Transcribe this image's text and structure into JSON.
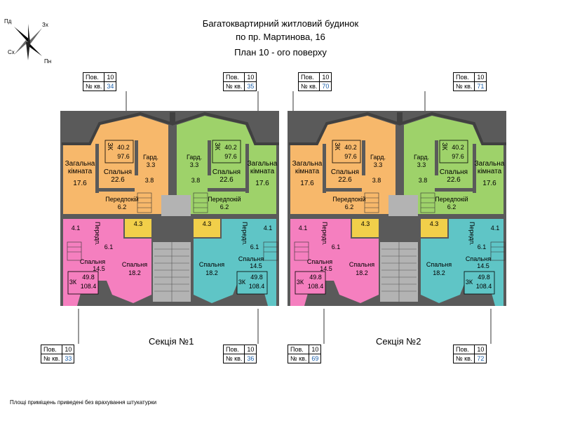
{
  "header": {
    "line1": "Багатоквартирний житловий будинок",
    "line2": "по пр. Мартинова, 16",
    "line3": "План 10 - ого поверху"
  },
  "compass": {
    "nw": "Пд",
    "ne": "Зх",
    "sw": "Сх",
    "se": "Пн"
  },
  "tables": {
    "row1": "Пов.",
    "row2": "№ кв.",
    "floor": "10",
    "top": [
      "34",
      "35",
      "70",
      "71"
    ],
    "bottom": [
      "33",
      "36",
      "69",
      "72"
    ]
  },
  "sections": [
    "Секція №1",
    "Секція №2"
  ],
  "rooms": {
    "living": "Загальна\nкімната",
    "living_area": "17.6",
    "bedroom": "Спальня",
    "bedroom_area": "22.6",
    "wardrobe": "Гард.",
    "wardrobe_area": "3.3",
    "bath_area": "3.8",
    "hall": "Передпокій",
    "hall_area": "6.2",
    "loggia_area": "4.3",
    "apt_top_type": "3К",
    "apt_top_area1": "40.2",
    "apt_top_area2": "97.6",
    "p_small_area": "4.1",
    "p_hall": "Передп.",
    "p_hall_area": "6.1",
    "p_bed1_area": "14.5",
    "p_bed2_area": "18.2",
    "apt_bot_type": "3К",
    "apt_bot_area1": "49.8",
    "apt_bot_area2": "108.4"
  },
  "colors": {
    "orange": "#f7b86b",
    "green": "#9ed26a",
    "pink": "#f57fbf",
    "teal": "#5fc5c6",
    "yellow": "#f1cf4a",
    "wall": "#5a5a5a",
    "stair": "#b3b3b3"
  },
  "footnote": "Площі приміщень приведені без врахування штукатурки"
}
